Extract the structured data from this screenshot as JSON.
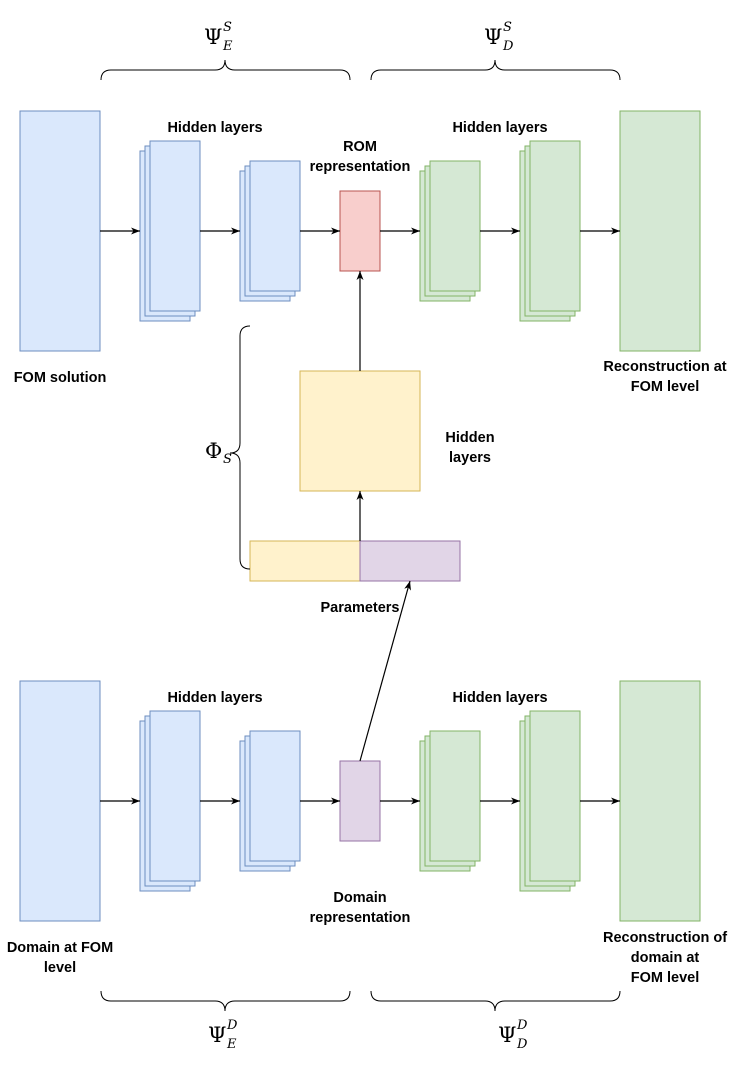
{
  "labels": {
    "hidden_layers": "Hidden layers",
    "rom_representation_1": "ROM",
    "rom_representation_2": "representation",
    "fom_solution": "FOM solution",
    "reconstruction_top_1": "Reconstruction at",
    "reconstruction_top_2": "FOM level",
    "hidden_mid_1": "Hidden",
    "hidden_mid_2": "layers",
    "parameters": "Parameters",
    "domain_representation_1": "Domain",
    "domain_representation_2": "representation",
    "domain_fom_1": "Domain at FOM",
    "domain_fom_2": "level",
    "reconstruction_bottom_1": "Reconstruction of",
    "reconstruction_bottom_2": "domain at",
    "reconstruction_bottom_3": "FOM level"
  },
  "symbols": {
    "psi": "Ψ",
    "phi": "Φ",
    "psi_es": {
      "sup": "S",
      "sub": "E"
    },
    "psi_ds": {
      "sup": "S",
      "sub": "D"
    },
    "phi_s": {
      "sub": "S"
    },
    "psi_ed": {
      "sup": "D",
      "sub": "E"
    },
    "psi_dd": {
      "sup": "D",
      "sub": "D"
    }
  },
  "colors": {
    "encoder_blue": "#dae8fc",
    "decoder_green": "#d5e8d4",
    "rom_red": "#f8cecc",
    "mlp_yellow": "#fff2cc",
    "domain_purple": "#e1d5e7"
  }
}
